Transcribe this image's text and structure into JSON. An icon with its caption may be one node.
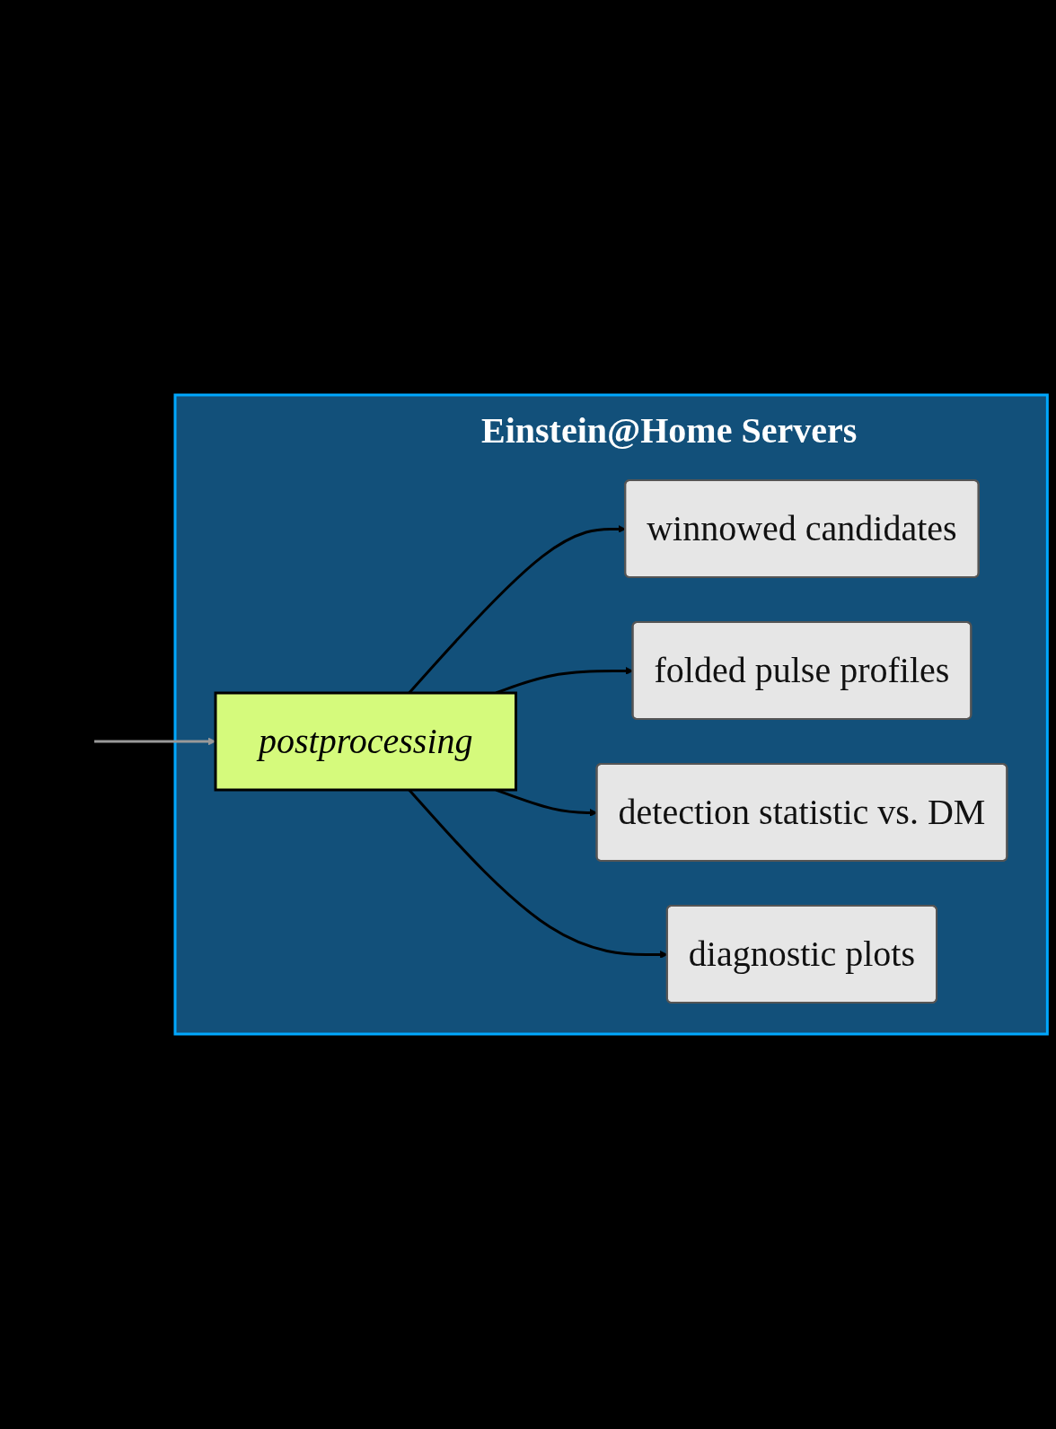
{
  "diagram": {
    "nodes": [
      {
        "text": [
          "Einstein@Home Servers"
        ]
      },
      {
        "text": [
          "winnowed candidates"
        ],
        "in": 0
      },
      {
        "text": [
          "folded pulse profiles"
        ],
        "in": 0
      },
      {
        "text": [
          "postprocessing"
        ],
        "in": 0
      },
      {
        "text": [
          "detection statistic vs. DM"
        ],
        "in": 0
      },
      {
        "text": [
          "diagnostic plots"
        ],
        "in": 0
      }
    ],
    "edges": [
      {
        "from": null,
        "to": 3,
        "arrow": "to",
        "color": "#999999"
      },
      {
        "from": 3,
        "to": 1,
        "arrow": "to"
      },
      {
        "from": 3,
        "to": 2,
        "arrow": "to"
      },
      {
        "from": 3,
        "to": 4,
        "arrow": "to"
      },
      {
        "from": 3,
        "to": 5,
        "arrow": "to"
      }
    ]
  }
}
